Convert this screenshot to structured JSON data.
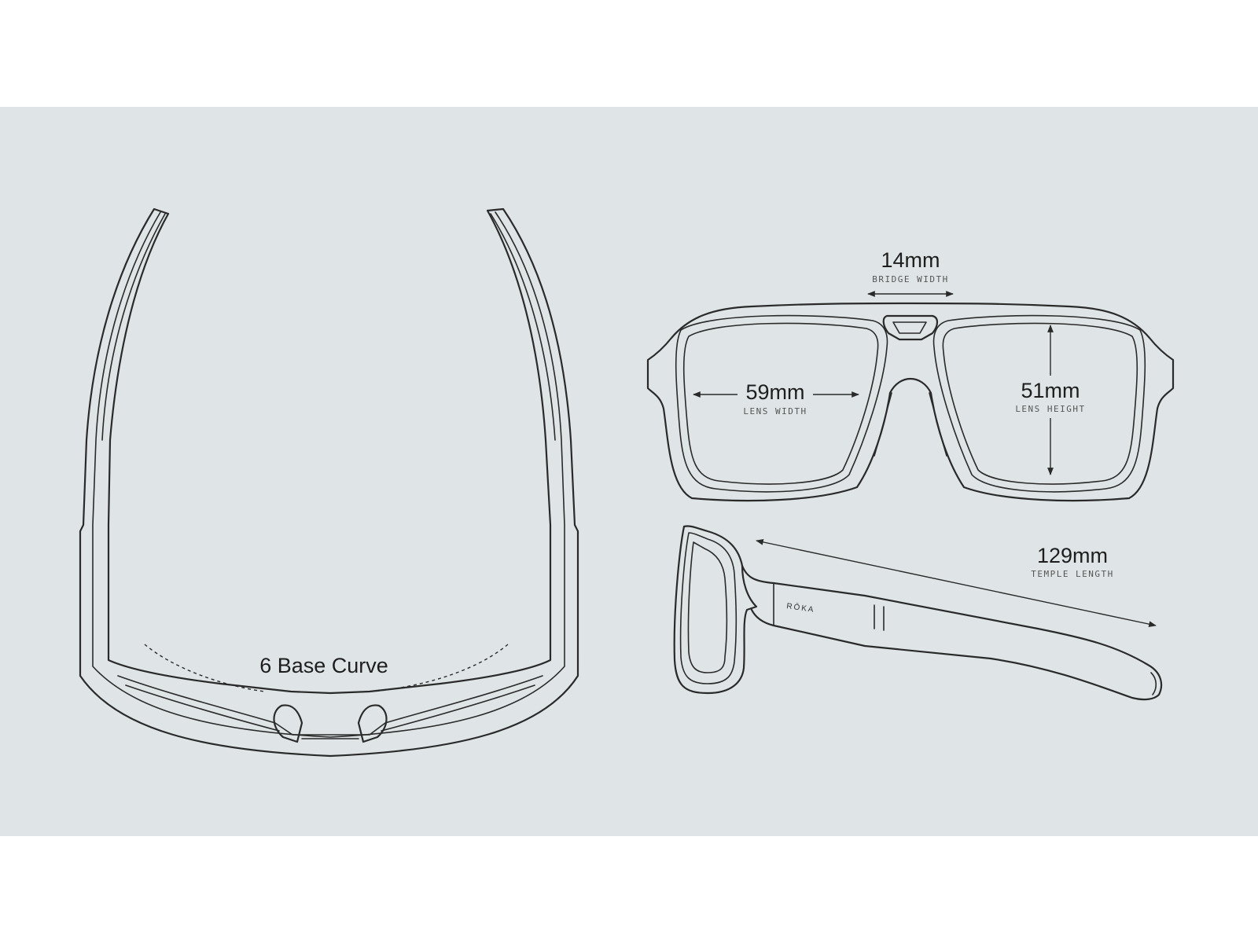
{
  "colors": {
    "background": "#ffffff",
    "panel": "#dfe5e7",
    "line": "#2a2a2a"
  },
  "top_view": {
    "label": "6 Base Curve"
  },
  "front_view": {
    "bridge": {
      "value": "14mm",
      "label": "BRIDGE WIDTH"
    },
    "lens_width": {
      "value": "59mm",
      "label": "LENS WIDTH"
    },
    "lens_height": {
      "value": "51mm",
      "label": "LENS HEIGHT"
    }
  },
  "side_view": {
    "temple": {
      "value": "129mm",
      "label": "TEMPLE LENGTH"
    },
    "brand": "RŌKA"
  }
}
